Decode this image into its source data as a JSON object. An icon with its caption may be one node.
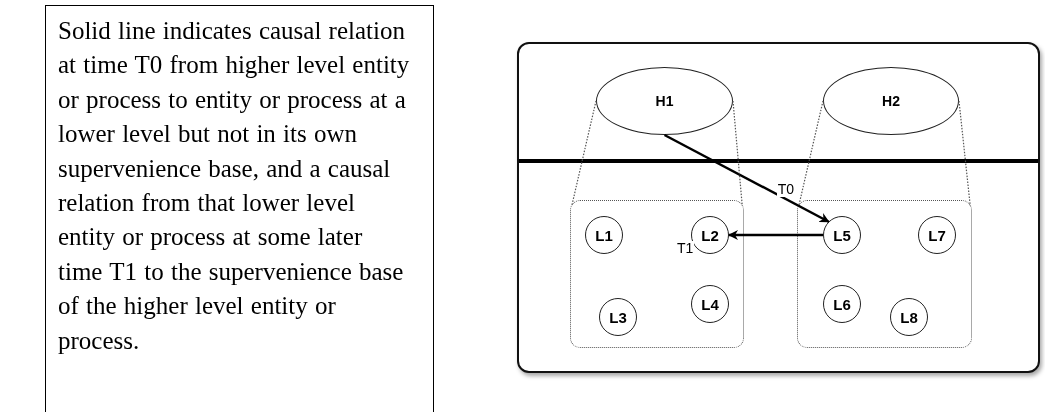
{
  "diagram": {
    "nodes": [
      {
        "text": [
          "Solid line indicates causal relation at time T0 from higher level entity or process to entity or process at a lower level but not in its own supervenience base, and a causal relation from that lower level entity or process at some later time T1 to the supervenience base of the higher level entity or process."
        ]
      },
      {
        "text": [],
        "shape": "box"
      },
      {
        "text": [
          "H1"
        ],
        "in": 1
      },
      {
        "text": [
          "H2"
        ],
        "in": 1
      },
      {
        "text": [],
        "shape": "box",
        "in": 1
      },
      {
        "text": [
          "L1"
        ],
        "in": 4
      },
      {
        "text": [
          "L2"
        ],
        "in": 4
      },
      {
        "text": [
          "L3"
        ],
        "in": 4
      },
      {
        "text": [
          "L4"
        ],
        "in": 4
      },
      {
        "text": [],
        "shape": "box",
        "in": 1
      },
      {
        "text": [
          "L5"
        ],
        "in": 9
      },
      {
        "text": [
          "L7"
        ],
        "in": 9
      },
      {
        "text": [
          "L6"
        ],
        "in": 9
      },
      {
        "text": [
          "L8"
        ],
        "in": 9
      }
    ],
    "edges": [
      {
        "from": 2,
        "to": 10,
        "arrow": "to",
        "label": "T0"
      },
      {
        "from": 10,
        "to": 6,
        "arrow": "to",
        "label": "T1"
      },
      {
        "from": 2,
        "to": 4,
        "arrow": "none",
        "style": "dashed"
      },
      {
        "from": 2,
        "to": 4,
        "arrow": "none",
        "style": "dashed"
      },
      {
        "from": 3,
        "to": 9,
        "arrow": "none",
        "style": "dashed"
      },
      {
        "from": 3,
        "to": 9,
        "arrow": "none",
        "style": "dashed"
      }
    ]
  }
}
